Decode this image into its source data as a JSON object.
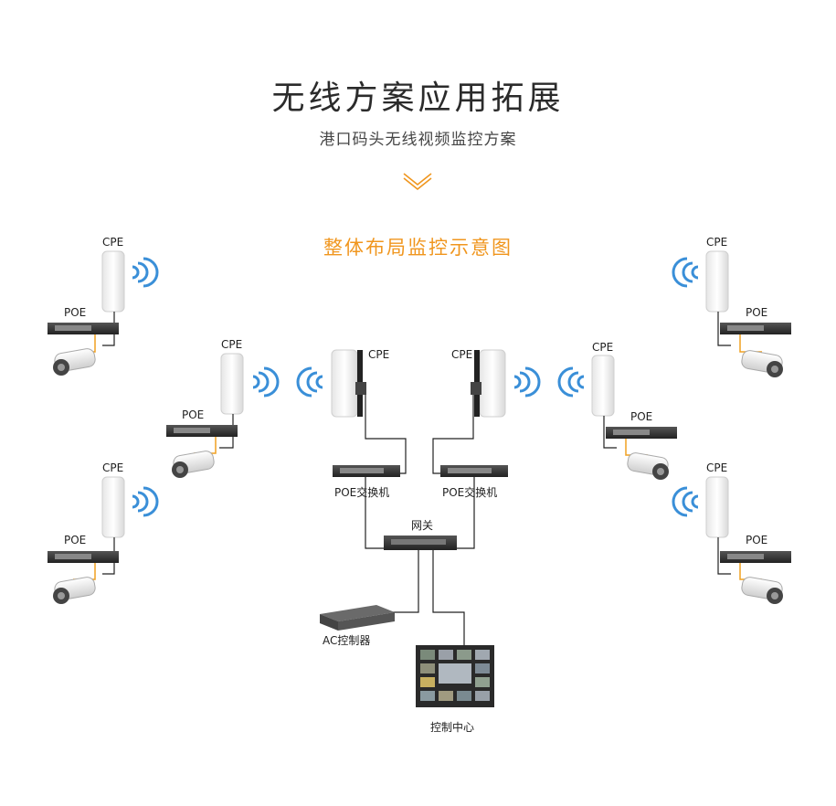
{
  "header": {
    "title": "无线方案应用拓展",
    "subtitle": "港口码头无线视频监控方案",
    "section_title": "整体布局监控示意图"
  },
  "colors": {
    "accent": "#f0961e",
    "wifi": "#3a8fd8",
    "cable_orange": "#f0a020",
    "cable_black": "#222222"
  },
  "labels": {
    "cpe": "CPE",
    "poe": "POE",
    "poe_switch": "POE交换机",
    "gateway": "网关",
    "ac_controller": "AC控制器",
    "control_center": "控制中心"
  }
}
